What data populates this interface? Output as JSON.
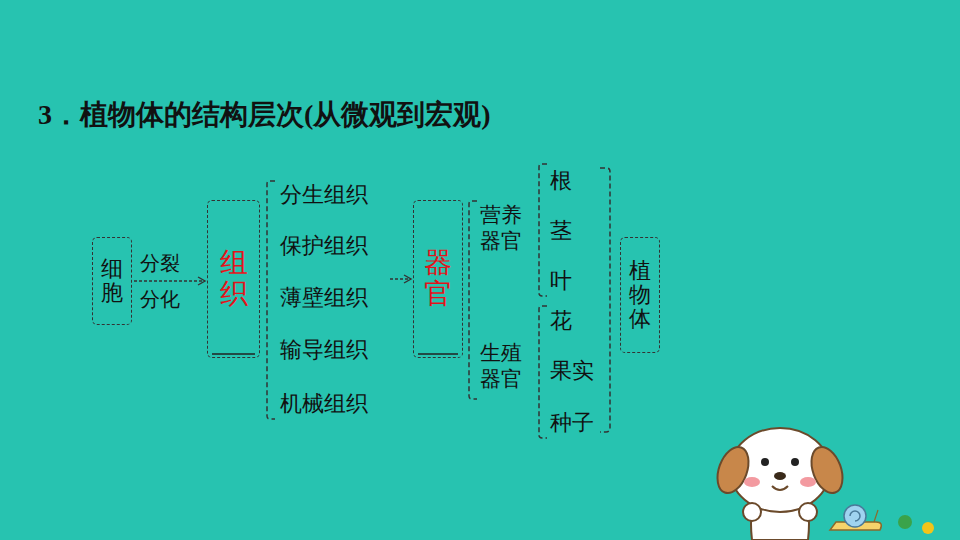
{
  "diagram": {
    "title": "3．植物体的结构层次(从微观到宏观)",
    "nodes": [
      {
        "text": [
          "细胞"
        ]
      },
      {
        "text": [
          "组织"
        ]
      },
      {
        "text": [
          "分生组织",
          "保护组织",
          "薄壁组织",
          "输导组织",
          "机械组织"
        ]
      },
      {
        "text": [
          "器官"
        ]
      },
      {
        "text": [
          "营养器官",
          "生殖器官"
        ]
      },
      {
        "text": [
          "根",
          "茎",
          "叶"
        ]
      },
      {
        "text": [
          "花",
          "果实",
          "种子"
        ]
      },
      {
        "text": [
          "植物体"
        ]
      }
    ],
    "edges": [
      {
        "from": 0,
        "to": 1,
        "label": "分裂 分化",
        "arrow": "to"
      },
      {
        "from": 2,
        "to": 3,
        "arrow": "to"
      }
    ]
  }
}
